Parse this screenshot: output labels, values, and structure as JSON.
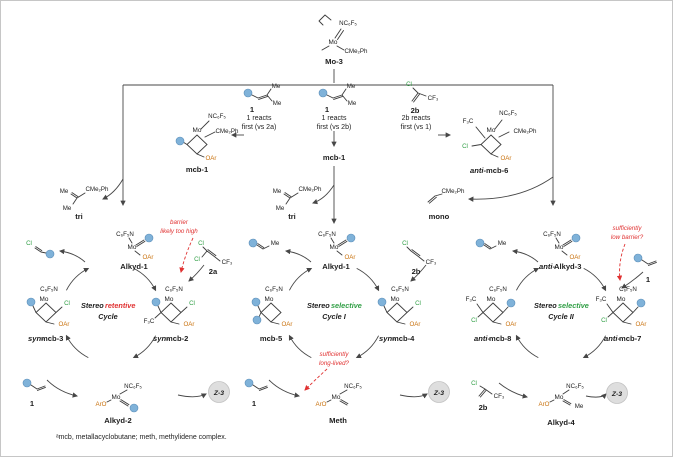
{
  "colors": {
    "chlorine_green": "#2f9e44",
    "aryloxide_orange": "#c9720e",
    "warning_red": "#e03131",
    "substituent_blue": "#7fb2d9",
    "product_badge_gray": "#dedede"
  },
  "precatalyst": {
    "imido": "NC₆F₅",
    "metal": "Mo",
    "alkyl": "CMe₂Ph",
    "label": "Mo-3"
  },
  "branches": {
    "left": {
      "reagent": {
        "me_top": "Me",
        "me_bottom": "Me",
        "label": "1"
      },
      "text_line1": "1 reacts",
      "text_line2": "first (vs 2a)",
      "complex": {
        "metal": "Mo",
        "imido": "NC₆F₅",
        "alkyl": "CMe₂Ph",
        "aryloxide": "OAr",
        "label": "mcb-1"
      }
    },
    "center": {
      "reagent": {
        "me_top": "Me",
        "me_bottom": "Me",
        "label": "1"
      },
      "text_line1": "1 reacts",
      "text_line2": "first (vs 2b)",
      "complex_label": "mcb-1"
    },
    "right": {
      "reagent": {
        "chloride": "Cl",
        "cf3": "CF₃",
        "label": "2b"
      },
      "text_line1": "2b reacts",
      "text_line2": "first (vs 1)",
      "complex": {
        "metal": "Mo",
        "imido": "NC₆F₅",
        "alkyl": "CMe₂Ph",
        "aryloxide": "OAr",
        "f3c": "F₃C",
        "chloride": "Cl",
        "label_prefix": "anti-",
        "label_name": "mcb-6"
      }
    }
  },
  "products": {
    "tri_left": {
      "me_top": "Me",
      "group": "CMe₂Ph",
      "me_bottom": "Me",
      "label": "tri"
    },
    "tri_center": {
      "me_top": "Me",
      "group": "CMe₂Ph",
      "me_bottom": "Me",
      "label": "tri"
    },
    "mono": {
      "group": "CMe₂Ph",
      "label": "mono"
    }
  },
  "cycles": {
    "left": {
      "title": {
        "part1": "Stereo",
        "part2": "retentive",
        "line2": "Cycle"
      },
      "warning": {
        "line1": "barrier",
        "line2": "likely too high"
      },
      "alkyd1": {
        "imido": "C₆F₅N",
        "metal": "Mo",
        "aryloxide": "OAr",
        "label": "Alkyd-1"
      },
      "mcb2": {
        "imido": "C₆F₅N",
        "metal": "Mo",
        "chloride": "Cl",
        "f3c": "F₃C",
        "aryloxide": "OAr",
        "label_prefix": "syn-",
        "label_name": "mcb-2"
      },
      "alkyd2": {
        "imido": "NC₆F₅",
        "metal": "Mo",
        "aryloxide": "ArO",
        "label": "Alkyd-2"
      },
      "mcb3": {
        "imido": "C₆F₅N",
        "metal": "Mo",
        "chloride": "Cl",
        "aryloxide": "OAr",
        "label_prefix": "syn-",
        "label_name": "mcb-3"
      },
      "reagent_top": {
        "cl1": "Cl",
        "cl2": "Cl",
        "cf3": "CF₃",
        "label": "2a"
      },
      "byproduct_top": {
        "chloride": "Cl"
      },
      "reagent_bottom": {
        "label": "1"
      },
      "product_bottom": {
        "label": "Z-3"
      }
    },
    "center": {
      "title": {
        "part1": "Stereo",
        "part2": "selective",
        "line2": "Cycle I"
      },
      "warning": {
        "line1": "sufficiently",
        "line2": "long-lived?"
      },
      "alkyd1": {
        "imido": "C₆F₅N",
        "metal": "Mo",
        "aryloxide": "OAr",
        "label": "Alkyd-1"
      },
      "mcb4": {
        "imido": "C₆F₅N",
        "metal": "Mo",
        "chloride": "Cl",
        "aryloxide": "OAr",
        "label_prefix": "syn-",
        "label_name": "mcb-4"
      },
      "meth": {
        "imido": "NC₆F₅",
        "metal": "Mo",
        "aryloxide": "ArO",
        "label": "Meth"
      },
      "mcb5": {
        "imido": "C₆F₅N",
        "metal": "Mo",
        "aryloxide": "OAr",
        "label": "mcb-5"
      },
      "reagent_top": {
        "chloride": "Cl",
        "cf3": "CF₃",
        "label": "2b"
      },
      "byproduct_top": {
        "me": "Me"
      },
      "reagent_bottom": {
        "label": "1"
      },
      "product_bottom": {
        "label": "Z-3"
      }
    },
    "right": {
      "title": {
        "part1": "Stereo",
        "part2": "selective",
        "line2": "Cycle II"
      },
      "warning": {
        "line1": "sufficiently",
        "line2": "low barrier?"
      },
      "alkyd3": {
        "imido": "C₆F₅N",
        "metal": "Mo",
        "aryloxide": "OAr",
        "label_prefix": "anti-",
        "label_name": "Alkyd-3"
      },
      "mcb7": {
        "imido": "C₆F₅N",
        "metal": "Mo",
        "chloride": "Cl",
        "f3c": "F₃C",
        "aryloxide": "OAr",
        "label_prefix": "anti-",
        "label_name": "mcb-7"
      },
      "alkyd4": {
        "imido": "NC₆F₅",
        "metal": "Mo",
        "aryloxide": "ArO",
        "me": "Me",
        "label": "Alkyd-4"
      },
      "mcb8": {
        "imido": "C₆F₅N",
        "metal": "Mo",
        "chloride": "Cl",
        "f3c": "F₃C",
        "aryloxide": "OAr",
        "label_prefix": "anti-",
        "label_name": "mcb-8"
      },
      "reagent_top": {
        "label": "1"
      },
      "byproduct_top": {
        "me": "Me"
      },
      "reagent_bottom": {
        "chloride": "Cl",
        "cf3": "CF₃",
        "label": "2b"
      },
      "product_bottom": {
        "label": "Z-3"
      }
    }
  },
  "footnote": "ᵃmcb, metallacyclobutane; meth, methylidene complex."
}
